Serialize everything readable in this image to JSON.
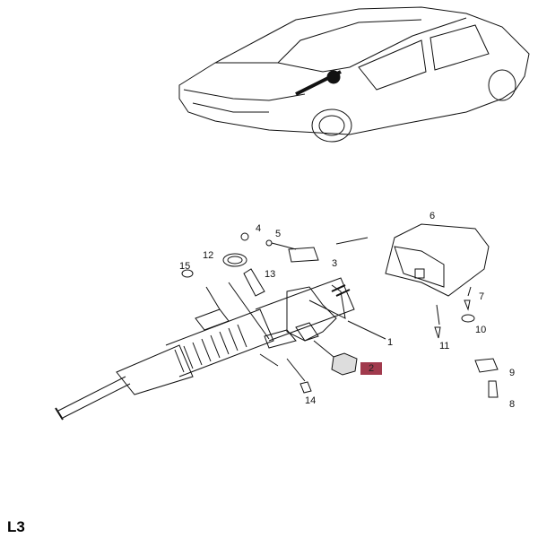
{
  "diagram": {
    "section_label": "L3",
    "highlighted_part": "2",
    "highlight_color": "#a13a4d",
    "part_labels": [
      "1",
      "2",
      "3",
      "4",
      "5",
      "6",
      "7",
      "8",
      "9",
      "10",
      "11",
      "12",
      "13",
      "14",
      "15"
    ]
  }
}
